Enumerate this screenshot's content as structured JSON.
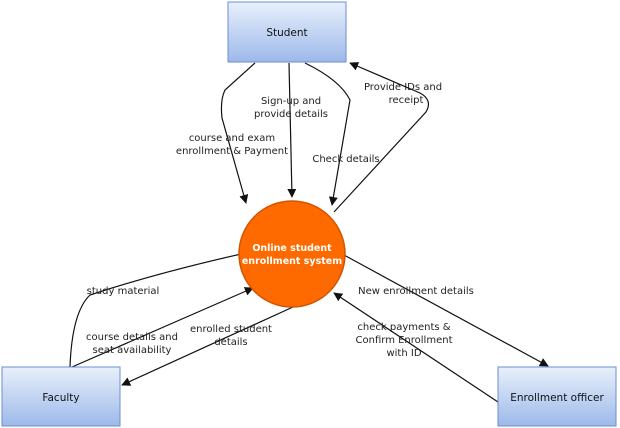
{
  "diagram": {
    "process": {
      "line1": "Online student",
      "line2": "enrollment system",
      "fill": "#FF6A00",
      "stroke": "#D35400"
    },
    "entities": {
      "student": "Student",
      "faculty": "Faculty",
      "enrollment_officer": "Enrollment officer",
      "fill_top": "#E8F0FB",
      "fill_bottom": "#9DB9EA",
      "stroke": "#6B8ED6"
    },
    "edges": {
      "course_exam_l1": "course and exam",
      "course_exam_l2": "enrollment & Payment",
      "signup_l1": "Sign-up and",
      "signup_l2": "provide details",
      "check_details": "Check details",
      "provide_ids_l1": "Provide IDs and",
      "provide_ids_l2": "receipt",
      "study_material": "study material",
      "course_details_l1": "course details and",
      "course_details_l2": "seat availability",
      "enrolled_l1": "enrolled student",
      "enrolled_l2": "details",
      "new_enrollment": "New enrollment details",
      "check_payments_l1": "check payments &",
      "check_payments_l2": "Confirm Enrollment",
      "check_payments_l3": "with ID"
    }
  }
}
